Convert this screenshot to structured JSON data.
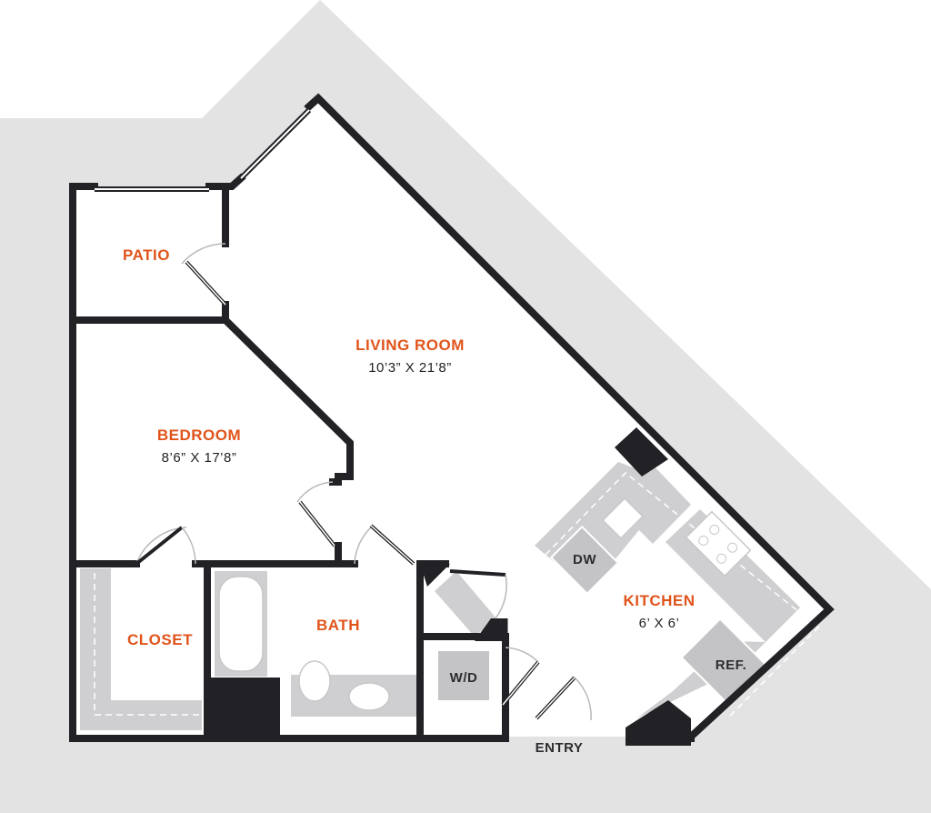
{
  "plan": {
    "rooms": {
      "patio": {
        "name": "PATIO"
      },
      "living_room": {
        "name": "LIVING ROOM",
        "dimensions": "10’3” X 21’8”"
      },
      "bedroom": {
        "name": "BEDROOM",
        "dimensions": "8’6” X 17’8”"
      },
      "closet": {
        "name": "CLOSET"
      },
      "bath": {
        "name": "BATH"
      },
      "kitchen": {
        "name": "KITCHEN",
        "dimensions": "6’ X 6’"
      }
    },
    "fixtures": {
      "dishwasher": "DW",
      "washer_dryer": "W/D",
      "refrigerator": "REF."
    },
    "entry_label": "ENTRY",
    "colors": {
      "room_label": "#e0541b",
      "walls": "#222226",
      "surround": "#e3e3e4",
      "counters": "#cfcfd1"
    }
  }
}
